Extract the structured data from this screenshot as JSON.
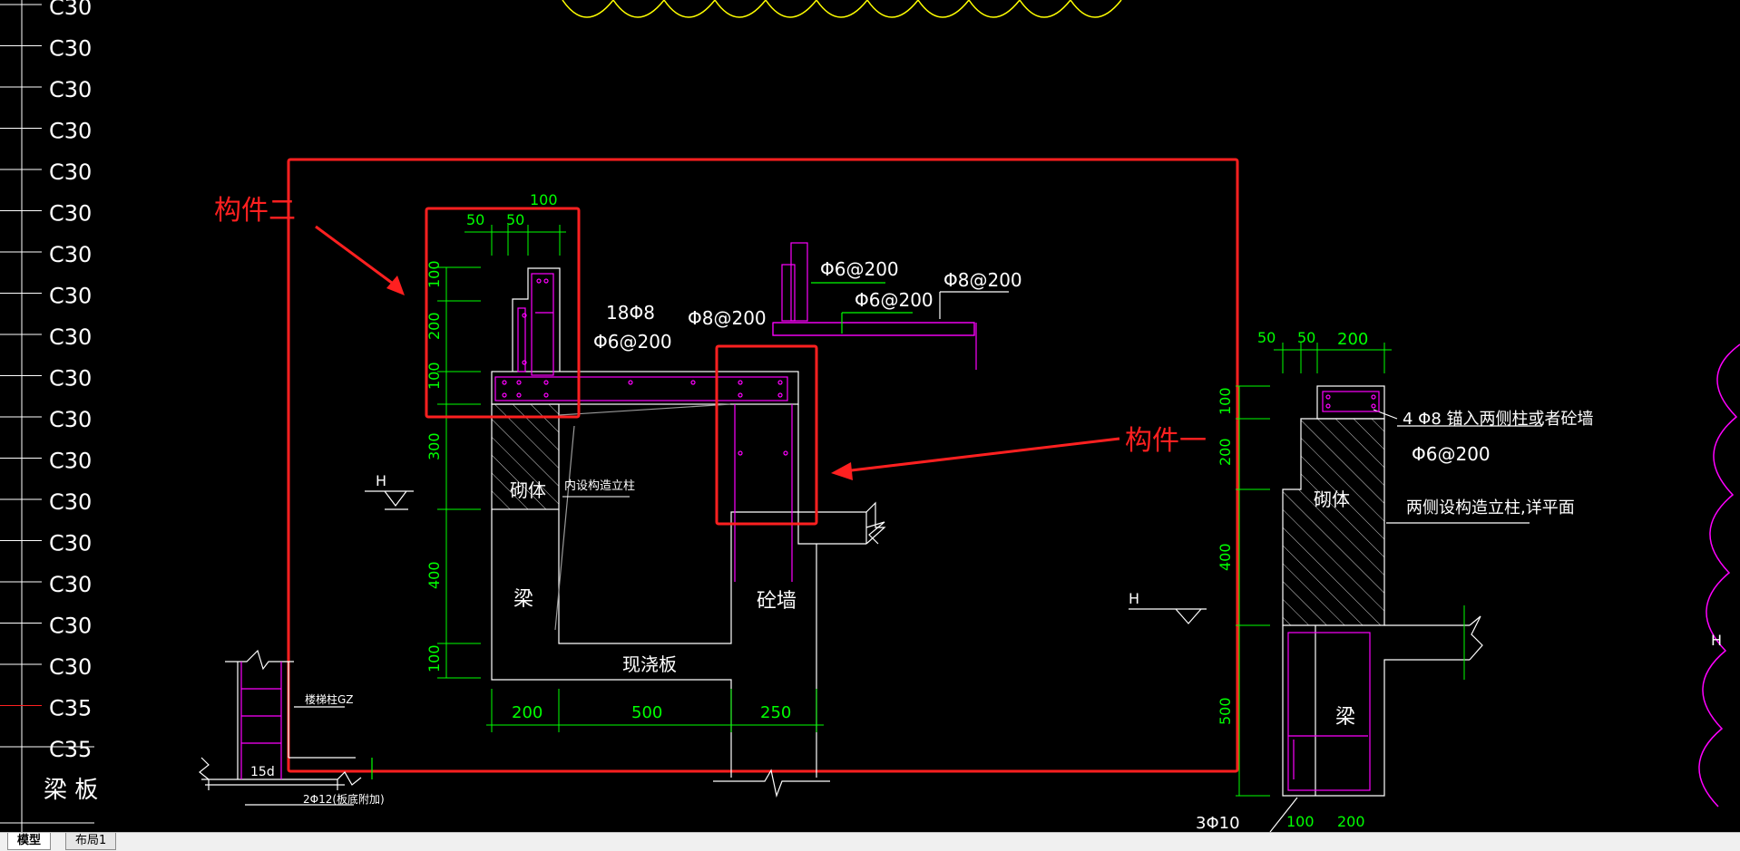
{
  "drawing": {
    "left_ruler": {
      "labels": [
        "C30",
        "C30",
        "C30",
        "C30",
        "C30",
        "C30",
        "C30",
        "C30",
        "C30",
        "C30",
        "C30",
        "C30",
        "C30",
        "C30",
        "C30",
        "C30",
        "C30",
        "C35",
        "C35"
      ],
      "footer": "梁 板"
    },
    "annotations": {
      "component_2": "构件二",
      "component_1": "构件一"
    },
    "main_detail": {
      "dims_top": [
        "100",
        "50",
        "50"
      ],
      "dims_left": [
        "100",
        "200",
        "100",
        "300",
        "400",
        "100"
      ],
      "dims_bottom": [
        "200",
        "500",
        "250"
      ],
      "rebar_labels": [
        "18Φ8",
        "Φ6@200",
        "Φ8@200",
        "Φ6@200",
        "Φ6@200",
        "Φ8@200"
      ],
      "material_labels": {
        "masonry": "砌体",
        "inner_column": "内设构造立柱",
        "beam": "梁",
        "slab": "现浇板",
        "wall": "砼墙"
      },
      "level": "H"
    },
    "right_detail": {
      "dims_top": [
        "50",
        "50",
        "200"
      ],
      "dims_left": [
        "100",
        "200",
        "400",
        "500"
      ],
      "dims_bottom": [
        "100",
        "200"
      ],
      "notes": [
        "4 Φ8 锚入两侧柱或者砼墙",
        "Φ6@200",
        "两侧设构造立柱,详平面"
      ],
      "labels": {
        "masonry": "砌体",
        "beam": "梁"
      },
      "bottom_bar": "3Φ10",
      "level": "H"
    },
    "small_detail": {
      "labels": [
        "楼梯柱GZ",
        "15d",
        "2Φ12(板底附加)"
      ]
    },
    "right_edge_label": "H"
  },
  "tabs": [
    {
      "label": "模型"
    },
    {
      "label": "布局1"
    }
  ],
  "colors": {
    "background": "#000000",
    "line": "#ffffff",
    "dimension": "#00ff00",
    "rebar": "#ff00ff",
    "highlight": "#ff2020",
    "cloud": "#ffff00"
  }
}
